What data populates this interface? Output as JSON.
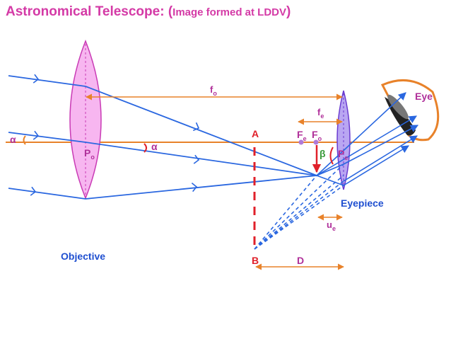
{
  "title": {
    "main": "Astronomical Telescope: (",
    "detail": "Image formed at LDDV",
    "close": ")"
  },
  "labels": {
    "objective": "Objective",
    "eyepiece": "Eyepiece",
    "eye": "Eye",
    "po": "P",
    "po_sub": "o",
    "pe": "P",
    "pe_sub": "e",
    "fo_dist": "f",
    "fo_dist_sub": "o",
    "fe_dist": "f",
    "fe_dist_sub": "e",
    "fe_point": "F",
    "fe_point_sub": "e",
    "fo_point": "F",
    "fo_point_sub": "o",
    "a": "A",
    "b": "B",
    "d": "D",
    "ue": "u",
    "ue_sub": "e",
    "alpha_left": "α",
    "alpha_right": "α",
    "beta": "β"
  },
  "colors": {
    "title": "#d43aa6",
    "ray": "#2a67e0",
    "axis": "#e8822a",
    "lens_fill": "#f7b6f0",
    "lens_stroke": "#c93bb5",
    "image": "#e0202a",
    "label_purple": "#b0309a",
    "label_blue": "#1f4fd0",
    "label_green": "#3a9a3a"
  }
}
